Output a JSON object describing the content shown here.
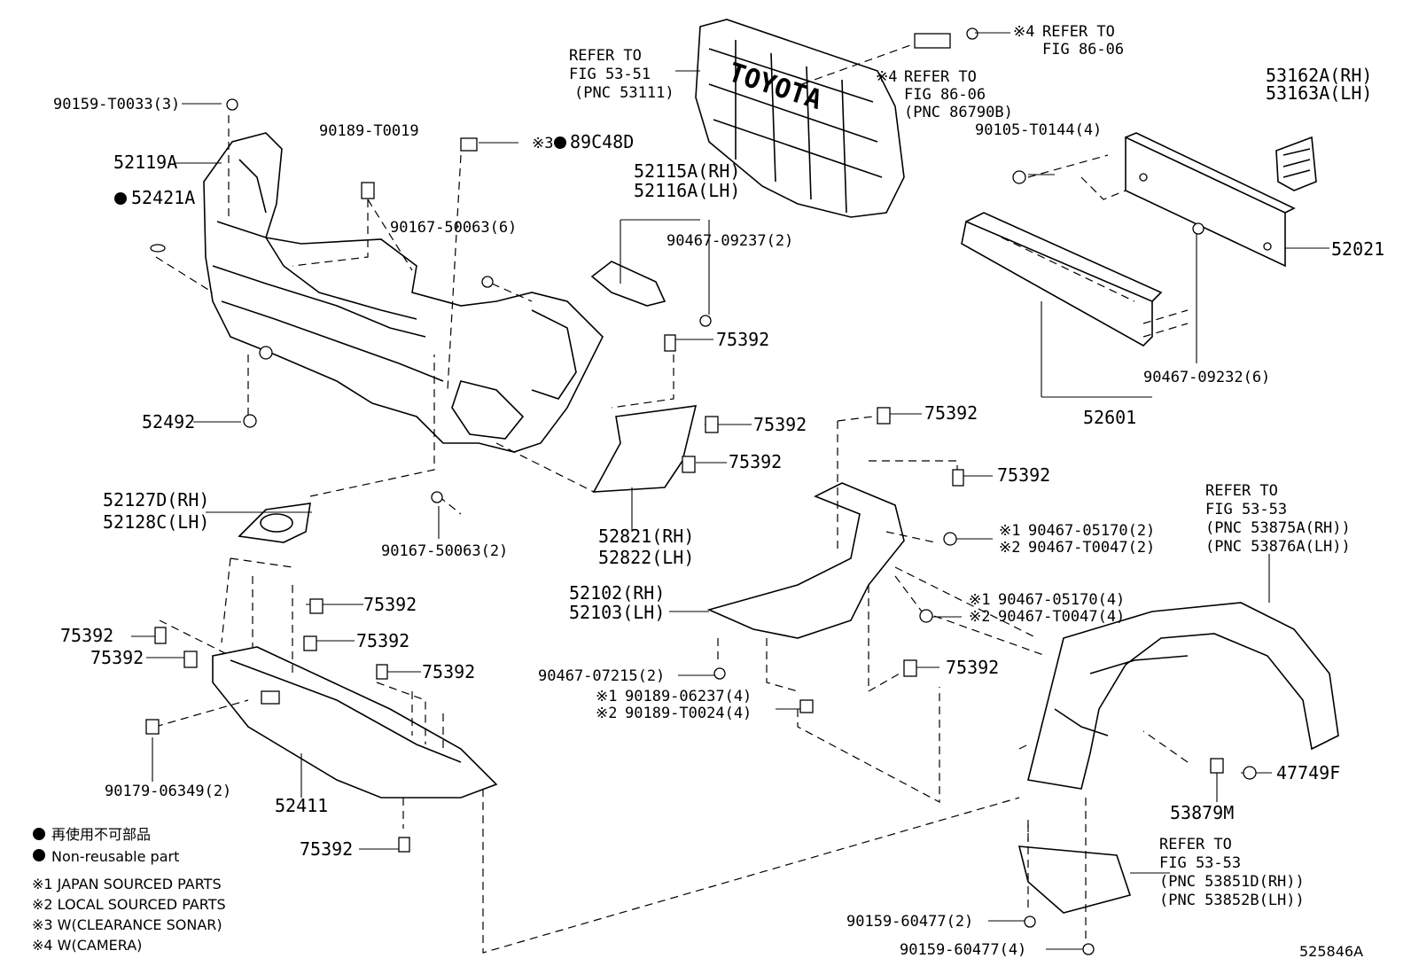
{
  "labels": {
    "p90159_T0033": "90159-T0033(3)",
    "p52119A": "52119A",
    "p52421A": "52421A",
    "p90189_T0019": "90189-T0019",
    "p89C48D": "89C48D",
    "p89C48D_note": "※3",
    "p52492": "52492",
    "p90167_50063_6": "90167-50063(6)",
    "p52127D": "52127D(RH)",
    "p52128C": "52128C(LH)",
    "p90167_50063_2": "90167-50063(2)",
    "refer_5351_a": "REFER TO",
    "refer_5351_b": "FIG 53-51",
    "refer_5351_c": "(PNC 53111)",
    "note4a_mark": "※4",
    "note4a_a": "REFER TO",
    "note4a_b": "FIG 86-06",
    "note4b_mark": "※4",
    "note4b_a": "REFER TO",
    "note4b_b": "FIG 86-06",
    "note4b_c": "(PNC 86790B)",
    "p52115A": "52115A(RH)",
    "p52116A": "52116A(LH)",
    "p90467_09237": "90467-09237(2)",
    "p75392_a": "75392",
    "p75392_b": "75392",
    "p75392_c": "75392",
    "p52821": "52821(RH)",
    "p52822": "52822(LH)",
    "p53162A": "53162A(RH)",
    "p53163A": "53163A(LH)",
    "p90105_T0144": "90105-T0144(4)",
    "p52021": "52021",
    "p90467_09232": "90467-09232(6)",
    "p52601": "52601",
    "p75392_d": "75392",
    "p75392_e": "75392",
    "n1_mark_a": "※1",
    "p90467_05170_2": "90467-05170(2)",
    "n2_mark_a": "※2",
    "p90467_T0047_2": "90467-T0047(2)",
    "p52102": "52102(RH)",
    "p52103": "52103(LH)",
    "n1_mark_b": "※1",
    "p90467_05170_4": "90467-05170(4)",
    "n2_mark_b": "※2",
    "p90467_T0047_4": "90467-T0047(4)",
    "p90467_07215": "90467-07215(2)",
    "n1_mark_c": "※1",
    "p90189_06237": "90189-06237(4)",
    "n2_mark_c": "※2",
    "p90189_T0024": "90189-T0024(4)",
    "p75392_f": "75392",
    "refer_5353a_a": "REFER TO",
    "refer_5353a_b": "FIG 53-53",
    "refer_5353a_c": "(PNC 53875A(RH))",
    "refer_5353a_d": "(PNC 53876A(LH))",
    "p47749F": "47749F",
    "p53879M": "53879M",
    "refer_5353b_a": "REFER TO",
    "refer_5353b_b": "FIG 53-53",
    "refer_5353b_c": "(PNC 53851D(RH))",
    "refer_5353b_d": "(PNC 53852B(LH))",
    "p90159_60477_2": "90159-60477(2)",
    "p90159_60477_4": "90159-60477(4)",
    "p75392_g": "75392",
    "p75392_h": "75392",
    "p75392_i": "75392",
    "p75392_j": "75392",
    "p75392_k": "75392",
    "p90179_06349": "90179-06349(2)",
    "p52411": "52411",
    "p75392_l": "75392",
    "diagram_id": "525846A"
  },
  "legend": {
    "bullet_jp": "再使用不可部品",
    "bullet_en": "Non-reusable part",
    "note1": "※1 JAPAN SOURCED PARTS",
    "note2": "※2 LOCAL SOURCED PARTS",
    "note3": "※3 W(CLEARANCE SONAR)",
    "note4": "※4 W(CAMERA)"
  },
  "grille_text": "TOYOTA"
}
